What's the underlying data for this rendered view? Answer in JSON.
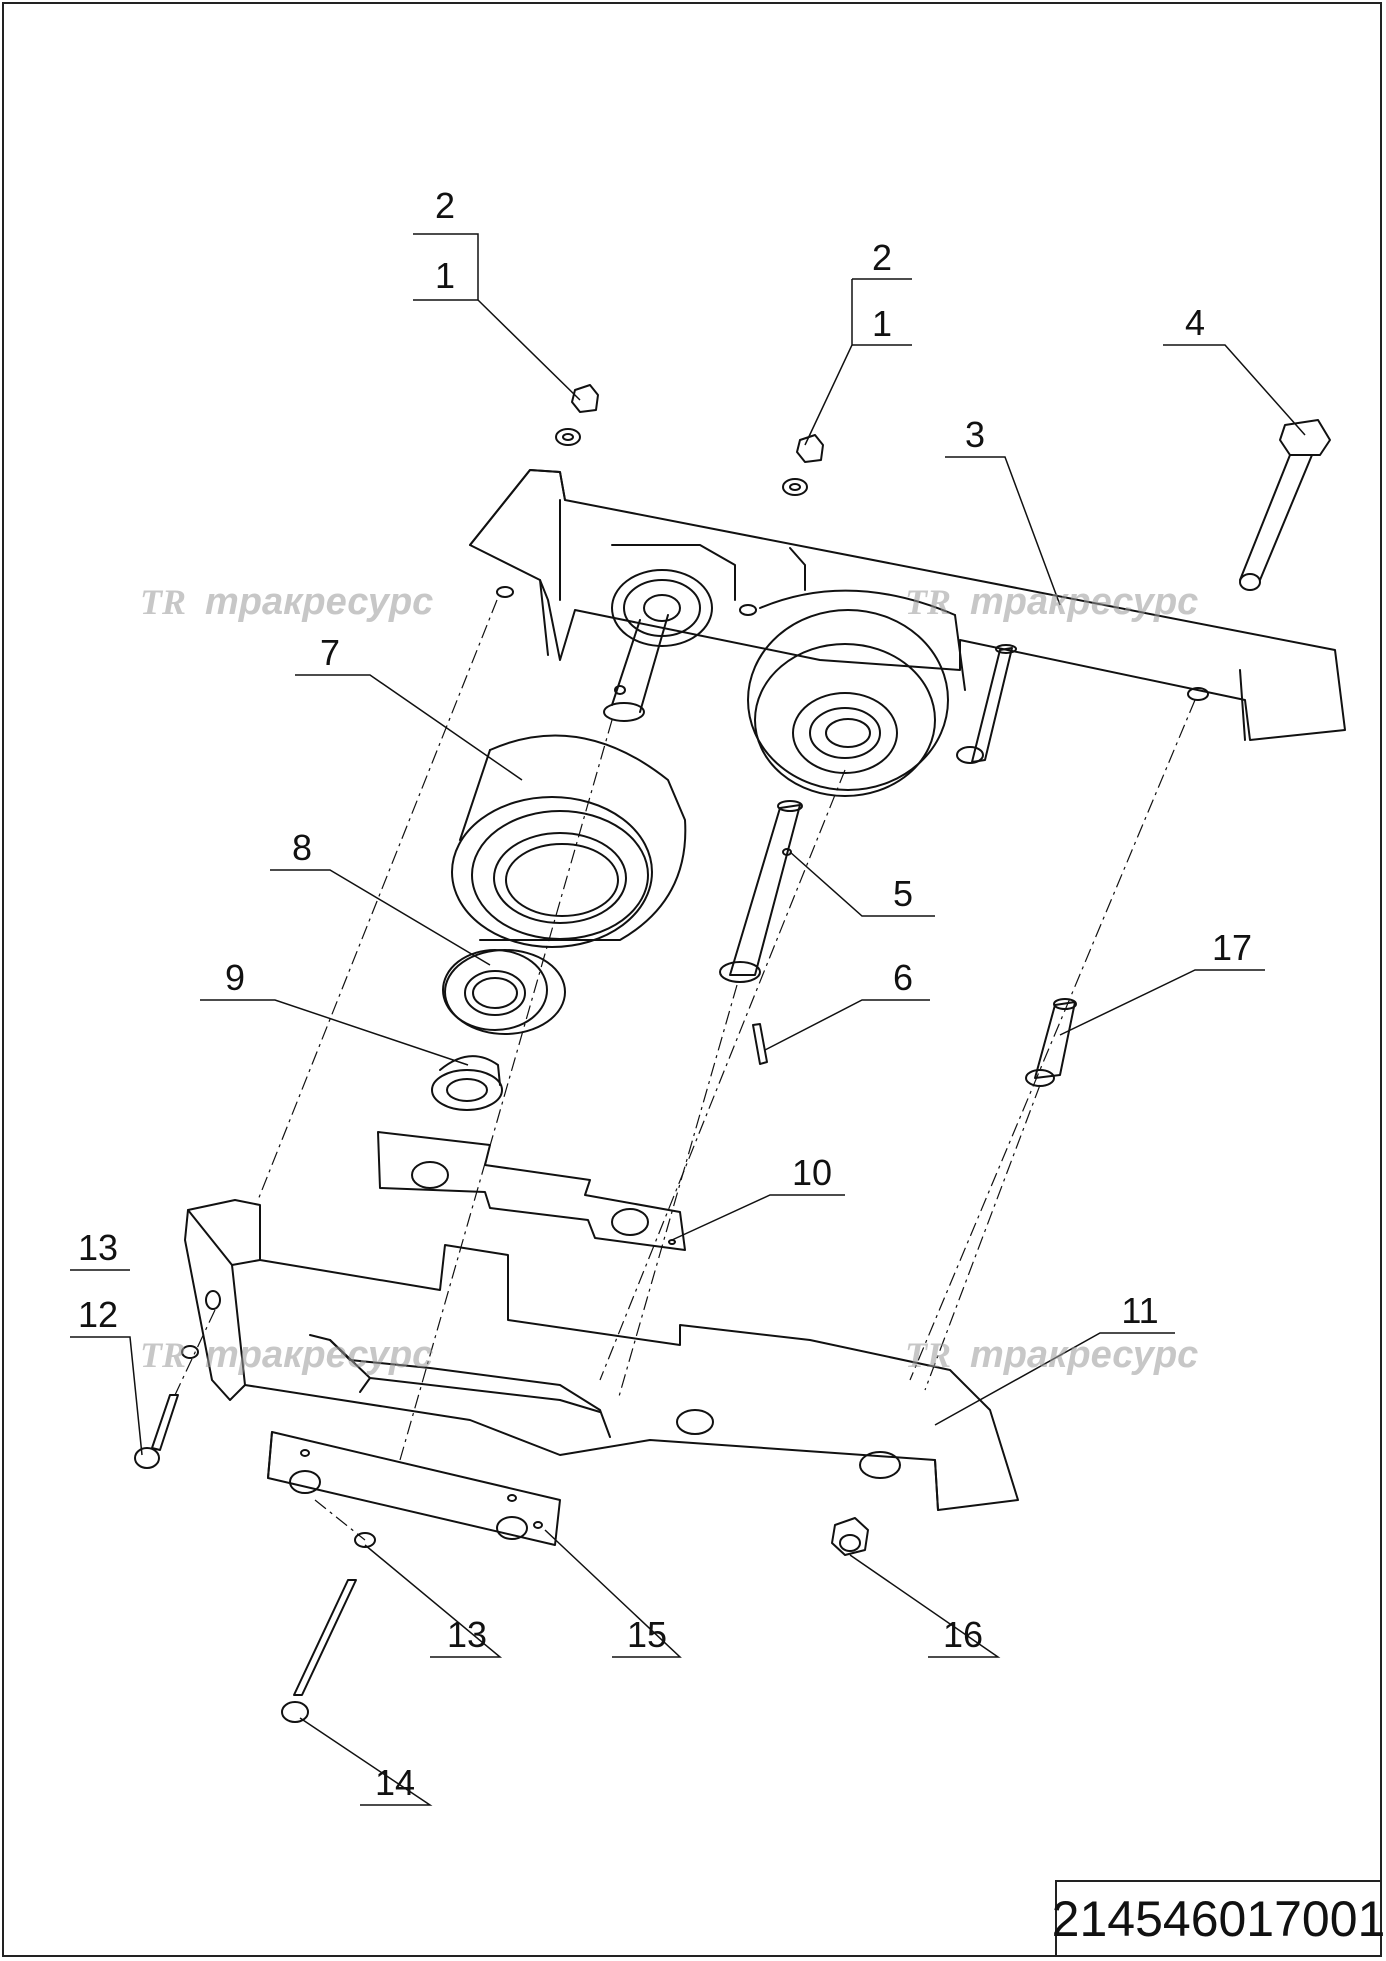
{
  "document": {
    "number": "214546017001"
  },
  "watermark": {
    "logo": "TR",
    "text": "тракресурс"
  },
  "callouts": {
    "c1_top": "2",
    "c1_bottom": "1",
    "c2_top": "2",
    "c2_bottom": "1",
    "c3": "3",
    "c4": "4",
    "c5": "5",
    "c6": "6",
    "c7": "7",
    "c8": "8",
    "c9": "9",
    "c10": "10",
    "c11": "11",
    "c12_top": "13",
    "c12_bottom": "12",
    "c13": "13",
    "c14": "14",
    "c15": "15",
    "c16": "16",
    "c17": "17"
  }
}
